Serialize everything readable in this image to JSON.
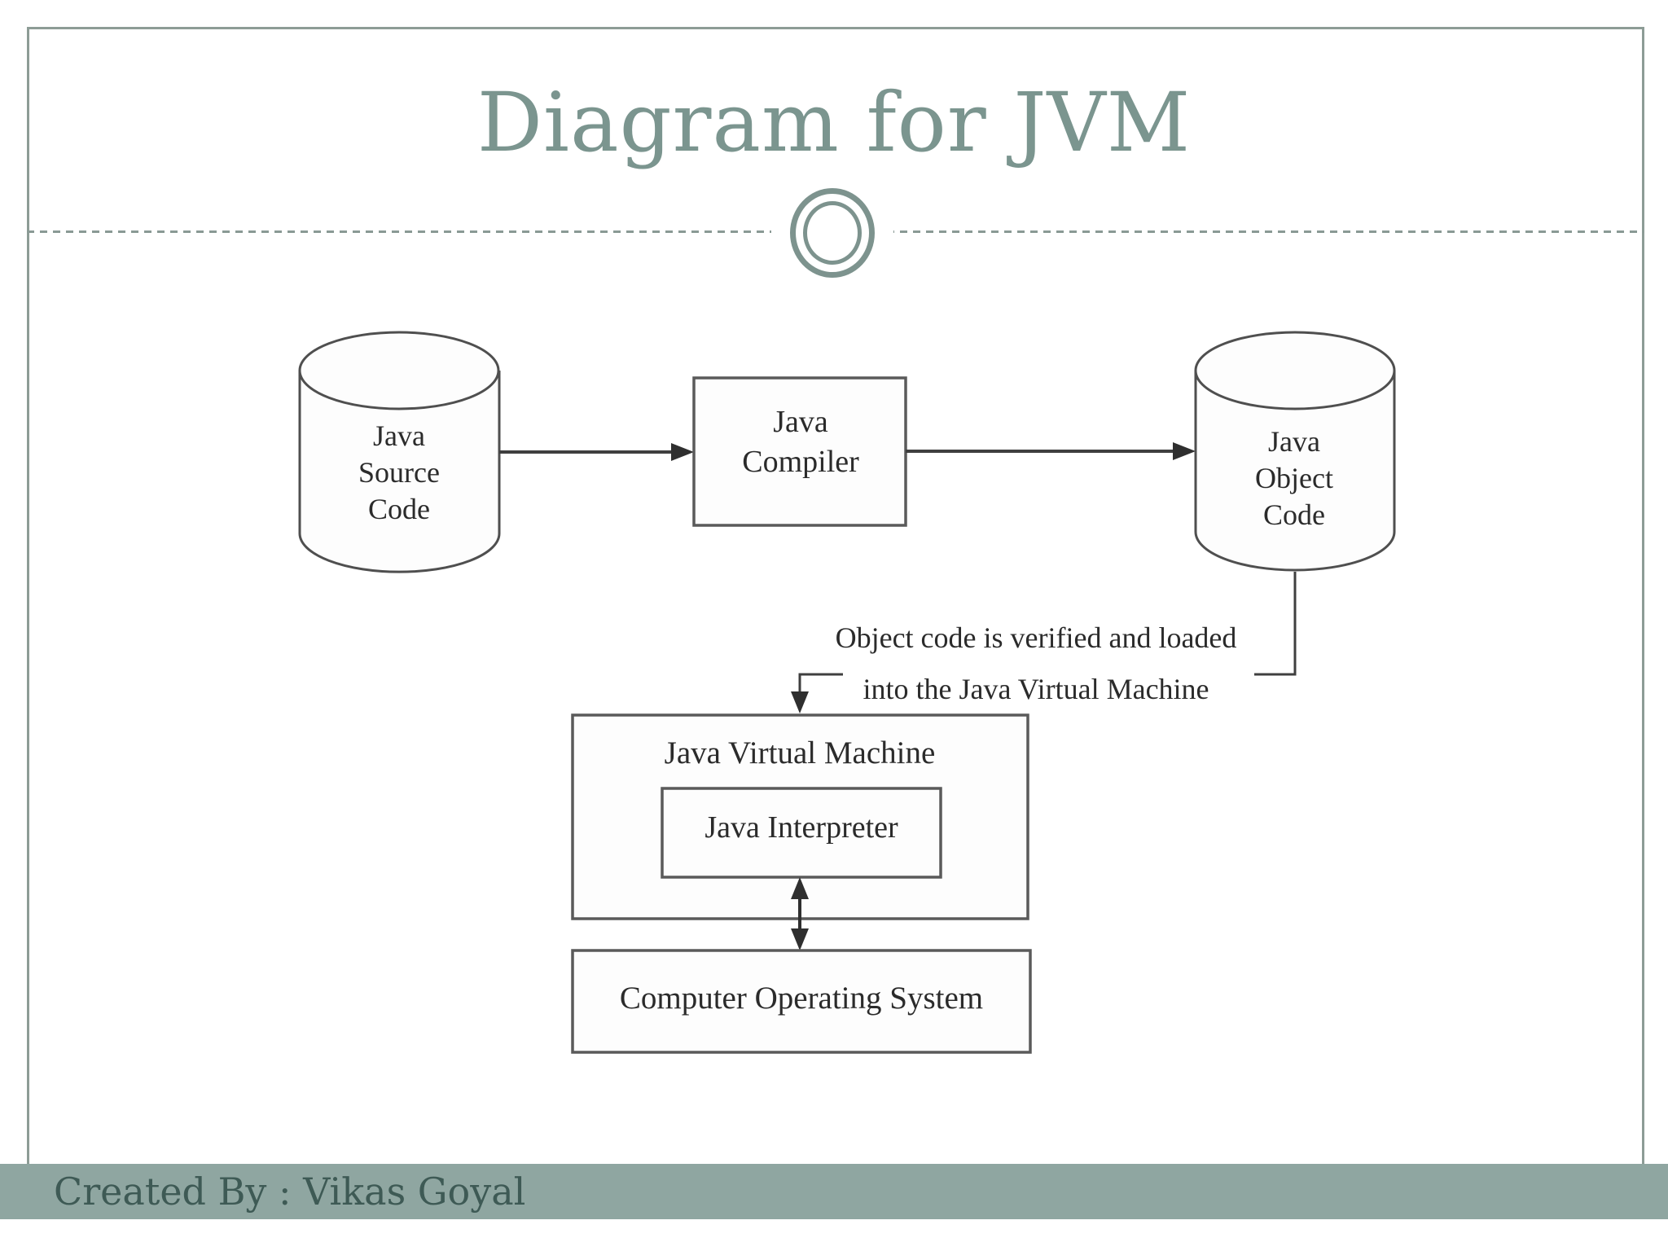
{
  "slide": {
    "title": "Diagram for JVM",
    "footer": {
      "text": "Created By : Vikas Goyal"
    },
    "colors": {
      "title_text": "#7b958f",
      "frame_border": "#8d9c96",
      "divider": "#8a9a95",
      "ornament_ring": "#7d938e",
      "footer_bg": "#8fa6a1",
      "footer_text": "#3e5a55",
      "diagram_stroke": "#4f4f4f",
      "diagram_text": "#2b2b2b"
    }
  },
  "diagram": {
    "source_cylinder": {
      "line1": "Java",
      "line2": "Source",
      "line3": "Code"
    },
    "compiler_box": {
      "line1": "Java",
      "line2": "Compiler"
    },
    "object_cylinder": {
      "line1": "Java",
      "line2": "Object",
      "line3": "Code"
    },
    "annotation": {
      "line1": "Object code is verified and loaded",
      "line2": "into the Java Virtual Machine"
    },
    "jvm_box": {
      "label": "Java Virtual Machine"
    },
    "interpreter_box": {
      "label": "Java Interpreter"
    },
    "os_box": {
      "label": "Computer Operating System"
    },
    "edges": [
      {
        "from": "Java Source Code",
        "to": "Java Compiler",
        "type": "arrow"
      },
      {
        "from": "Java Compiler",
        "to": "Java Object Code",
        "type": "arrow"
      },
      {
        "from": "Java Object Code",
        "to": "Java Virtual Machine",
        "type": "elbow-arrow"
      },
      {
        "from": "Java Interpreter",
        "to": "Computer Operating System",
        "type": "double-arrow"
      }
    ]
  }
}
